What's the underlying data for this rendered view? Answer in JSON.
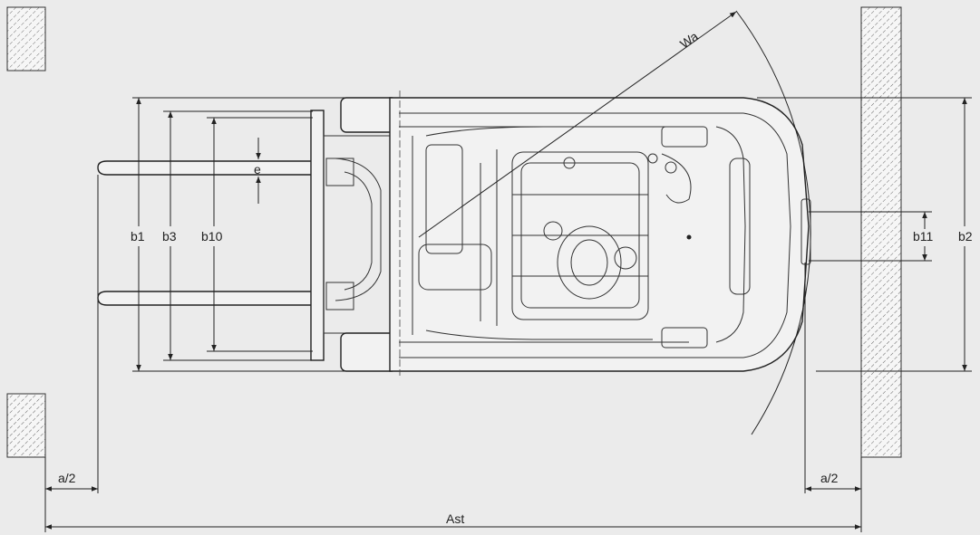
{
  "labels": {
    "wa": "Wa",
    "e": "e",
    "b1": "b1",
    "b3": "b3",
    "b10": "b10",
    "b11": "b11",
    "b2": "b2",
    "a_half_left": "a/2",
    "a_half_right": "a/2",
    "ast": "Ast"
  }
}
